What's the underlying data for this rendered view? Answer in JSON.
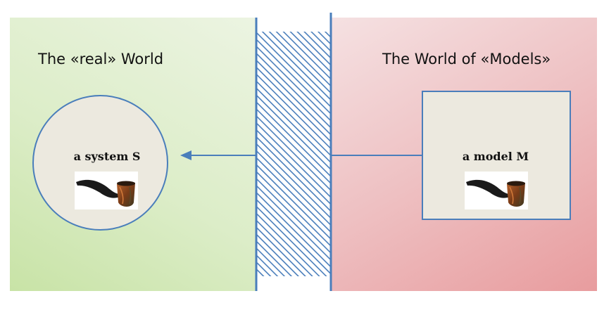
{
  "real_world": {
    "title": "The «real» World",
    "entity_label": "a system S",
    "entity_icon": "pipe-icon",
    "background": "#dcedc8",
    "border_color": "#4a7ebb"
  },
  "model_world": {
    "title": "The World of «Models»",
    "entity_label": "a model M",
    "entity_icon": "pipe-icon",
    "background": "#eec0c2",
    "border_color": "#4a7ebb"
  },
  "separator": {
    "pattern": "diagonal-hatch",
    "color": "#4a7ebb"
  },
  "connector": {
    "direction": "model-to-system",
    "color": "#4a7ebb"
  }
}
